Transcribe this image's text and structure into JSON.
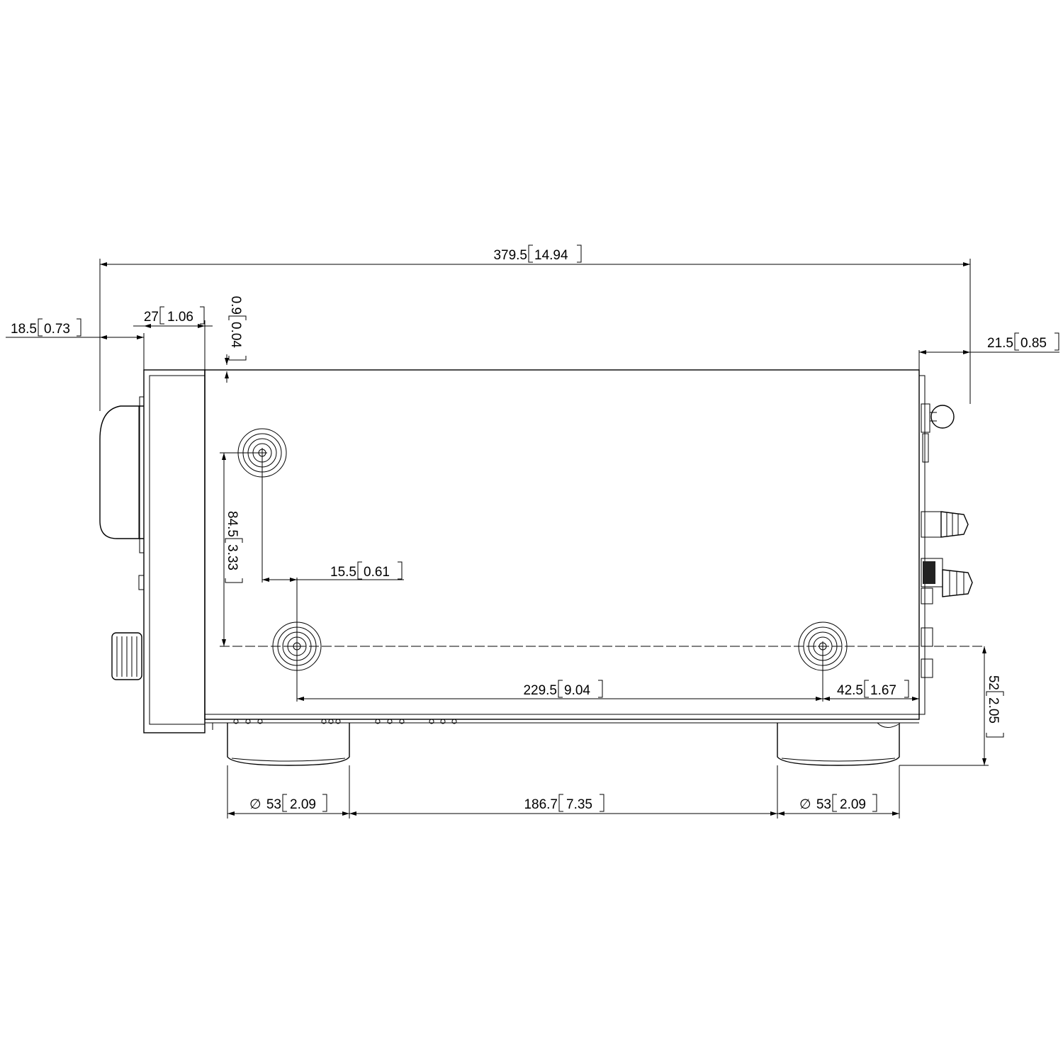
{
  "dimensions": {
    "overall_length": {
      "mm": "379.5",
      "in": "14.94"
    },
    "front_knob": {
      "mm": "18.5",
      "in": "0.73"
    },
    "front_panel": {
      "mm": "27",
      "in": "1.06"
    },
    "top_step": {
      "mm": "0.9",
      "in": "0.04"
    },
    "rear_protrusion": {
      "mm": "21.5",
      "in": "0.85"
    },
    "screw_vertical": {
      "mm": "84.5",
      "in": "3.33"
    },
    "screw_offset": {
      "mm": "15.5",
      "in": "0.61"
    },
    "screw_spacing": {
      "mm": "229.5",
      "in": "9.04"
    },
    "rear_screw": {
      "mm": "42.5",
      "in": "1.67"
    },
    "foot_height": {
      "mm": "52",
      "in": "2.05"
    },
    "foot_front_dia": {
      "symbol": "∅",
      "mm": "53",
      "in": "2.09"
    },
    "foot_spacing": {
      "mm": "186.7",
      "in": "7.35"
    },
    "foot_rear_dia": {
      "symbol": "∅",
      "mm": "53",
      "in": "2.09"
    }
  }
}
